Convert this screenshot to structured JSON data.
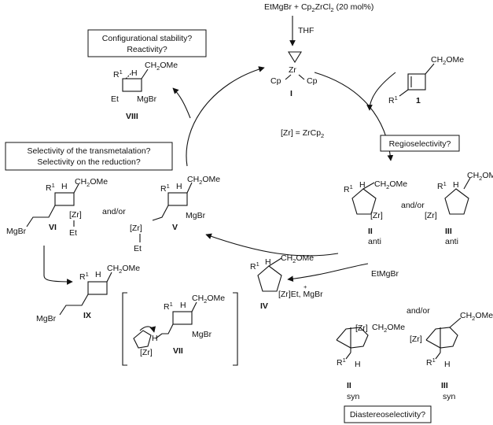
{
  "header": {
    "reagents": "EtMgBr + Cp",
    "reagents_2": "ZrCl",
    "reagents_3": " (20 mol%)",
    "sub2": "2",
    "solvent": "THF"
  },
  "boxes": {
    "config_1": "Configurational stability?",
    "config_2": "Reactivity?",
    "transmet_1": "Selectivity of the transmetalation?",
    "transmet_2": "Selectivity on the reduction?",
    "regio": "Regioselectivity?",
    "diastereo": "Diastereoselectivity?"
  },
  "center": {
    "zrcp2_a": "[Zr] = ZrCp",
    "zrcp2_sub": "2"
  },
  "labels": {
    "cp": "Cp",
    "zr": "Zr",
    "zr_br": "[Zr]",
    "ch2ome_a": "CH",
    "ch2ome_b": "OMe",
    "two": "2",
    "r": "R",
    "one": "1",
    "h": "H",
    "et": "Et",
    "mgbr": "MgBr",
    "and_or": "and/or",
    "anti": "anti",
    "syn": "syn",
    "etmgbr": "EtMgBr",
    "zr_et": "[Zr]Et, MgBr",
    "plus": "+"
  },
  "compounds": {
    "c1": "1",
    "cI": "I",
    "cII": "II",
    "cIII": "III",
    "cIV": "IV",
    "cV": "V",
    "cVI": "VI",
    "cVII": "VII",
    "cVIII": "VIII",
    "cIX": "IX"
  }
}
